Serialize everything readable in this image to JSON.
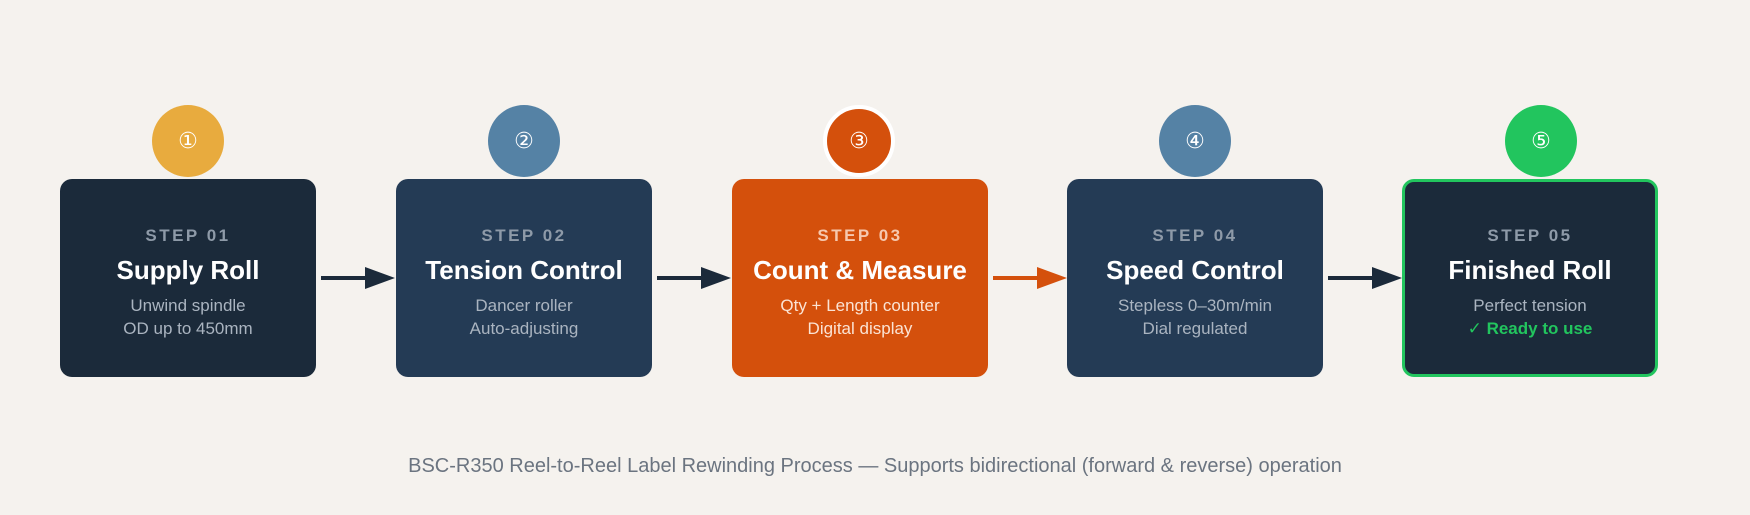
{
  "steps": [
    {
      "badge": "①",
      "number": "STEP 01",
      "title": "Supply Roll",
      "desc": [
        "Unwind spindle",
        "OD up to 450mm"
      ]
    },
    {
      "badge": "②",
      "number": "STEP 02",
      "title": "Tension Control",
      "desc": [
        "Dancer roller",
        "Auto-adjusting"
      ]
    },
    {
      "badge": "③",
      "number": "STEP 03",
      "title": "Count & Measure",
      "desc": [
        "Qty + Length counter",
        "Digital display"
      ]
    },
    {
      "badge": "④",
      "number": "STEP 04",
      "title": "Speed Control",
      "desc": [
        "Stepless 0–30m/min",
        "Dial regulated"
      ]
    },
    {
      "badge": "⑤",
      "number": "STEP 05",
      "title": "Finished Roll",
      "desc": [
        "Perfect tension",
        "✓ Ready to use"
      ]
    }
  ],
  "caption": "BSC-R350 Reel-to-Reel Label Rewinding Process — Supports bidirectional (forward & reverse) operation",
  "colors": {
    "background": "#f5f2ee",
    "dark_box": "#1b2a3a",
    "navy_box": "#243b55",
    "accent_orange": "#d4500c",
    "success_green": "#22c55e",
    "badge_gold": "#e8ab3e",
    "badge_blue": "#5582a5",
    "arrow_dark": "#1b2a3a"
  },
  "icons": [
    "arrow-right-icon",
    "checkmark-icon"
  ]
}
